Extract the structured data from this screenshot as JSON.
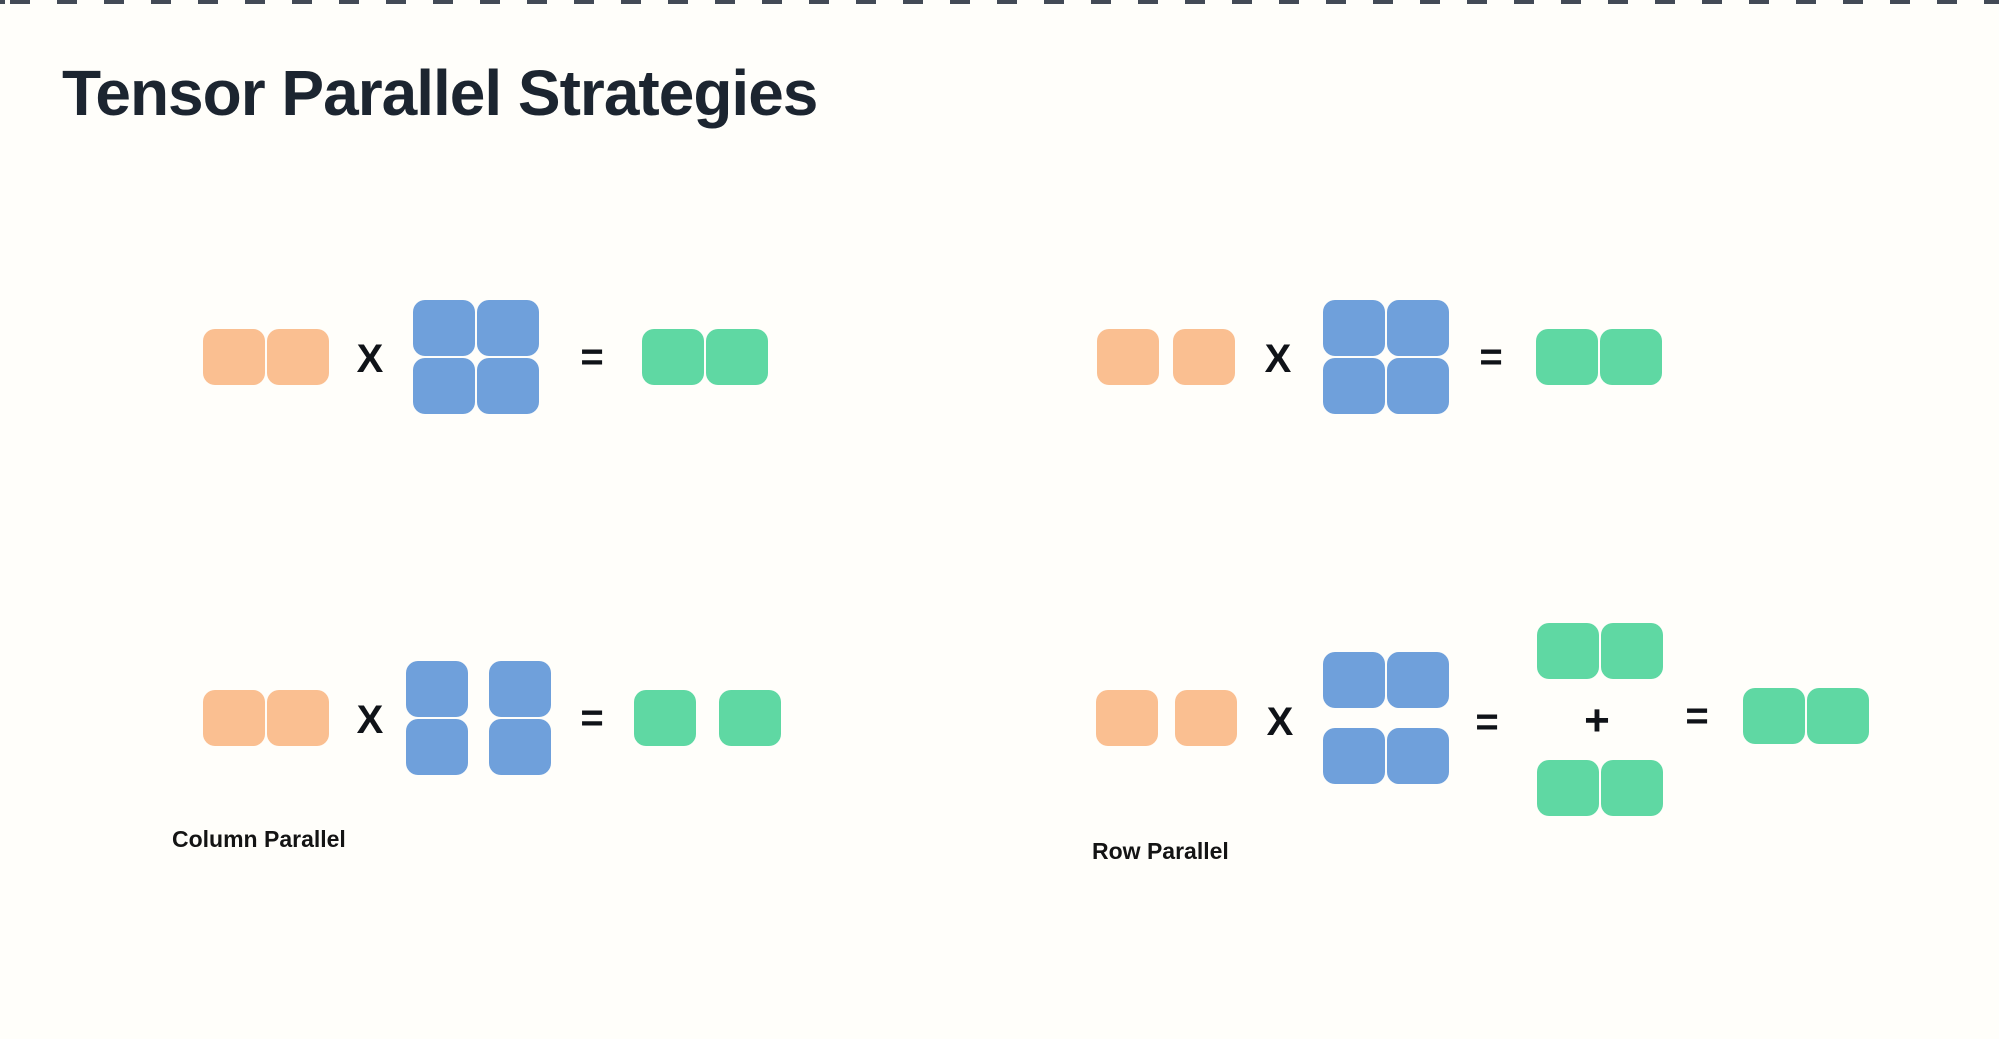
{
  "title": "Tensor Parallel Strategies",
  "operators": {
    "multiply": "X",
    "equals": "=",
    "plus": "+"
  },
  "labels": {
    "column_parallel": "Column Parallel",
    "row_parallel": "Row Parallel"
  },
  "colors": {
    "input_vector": "#FABF91",
    "weight_matrix": "#6FA0DB",
    "output_vector": "#5FD8A3",
    "operator_text": "#101318",
    "title_text": "#1C2530",
    "background": "#FFFEFA",
    "top_border_dash": "#434A56"
  },
  "equations": [
    {
      "position": "top-left",
      "reads": "orange 1x2 vector X blue 2x2 matrix = green 1x2 vector",
      "weight_split": "none"
    },
    {
      "position": "top-right",
      "reads": "orange 1x2 vector X blue 2x2 matrix = green 1x2 vector",
      "weight_split": "none"
    },
    {
      "position": "bottom-left",
      "label": "Column Parallel",
      "reads": "orange 1x2 vector X blue 2x2 matrix split into two column shards = green 1x2 vector split into two shards",
      "weight_split": "columns"
    },
    {
      "position": "bottom-right",
      "label": "Row Parallel",
      "reads": "orange 1x2 vector X blue 2x2 matrix split into two row shards = green partial 1x2 vector + green partial 1x2 vector = green 1x2 vector",
      "weight_split": "rows"
    }
  ]
}
